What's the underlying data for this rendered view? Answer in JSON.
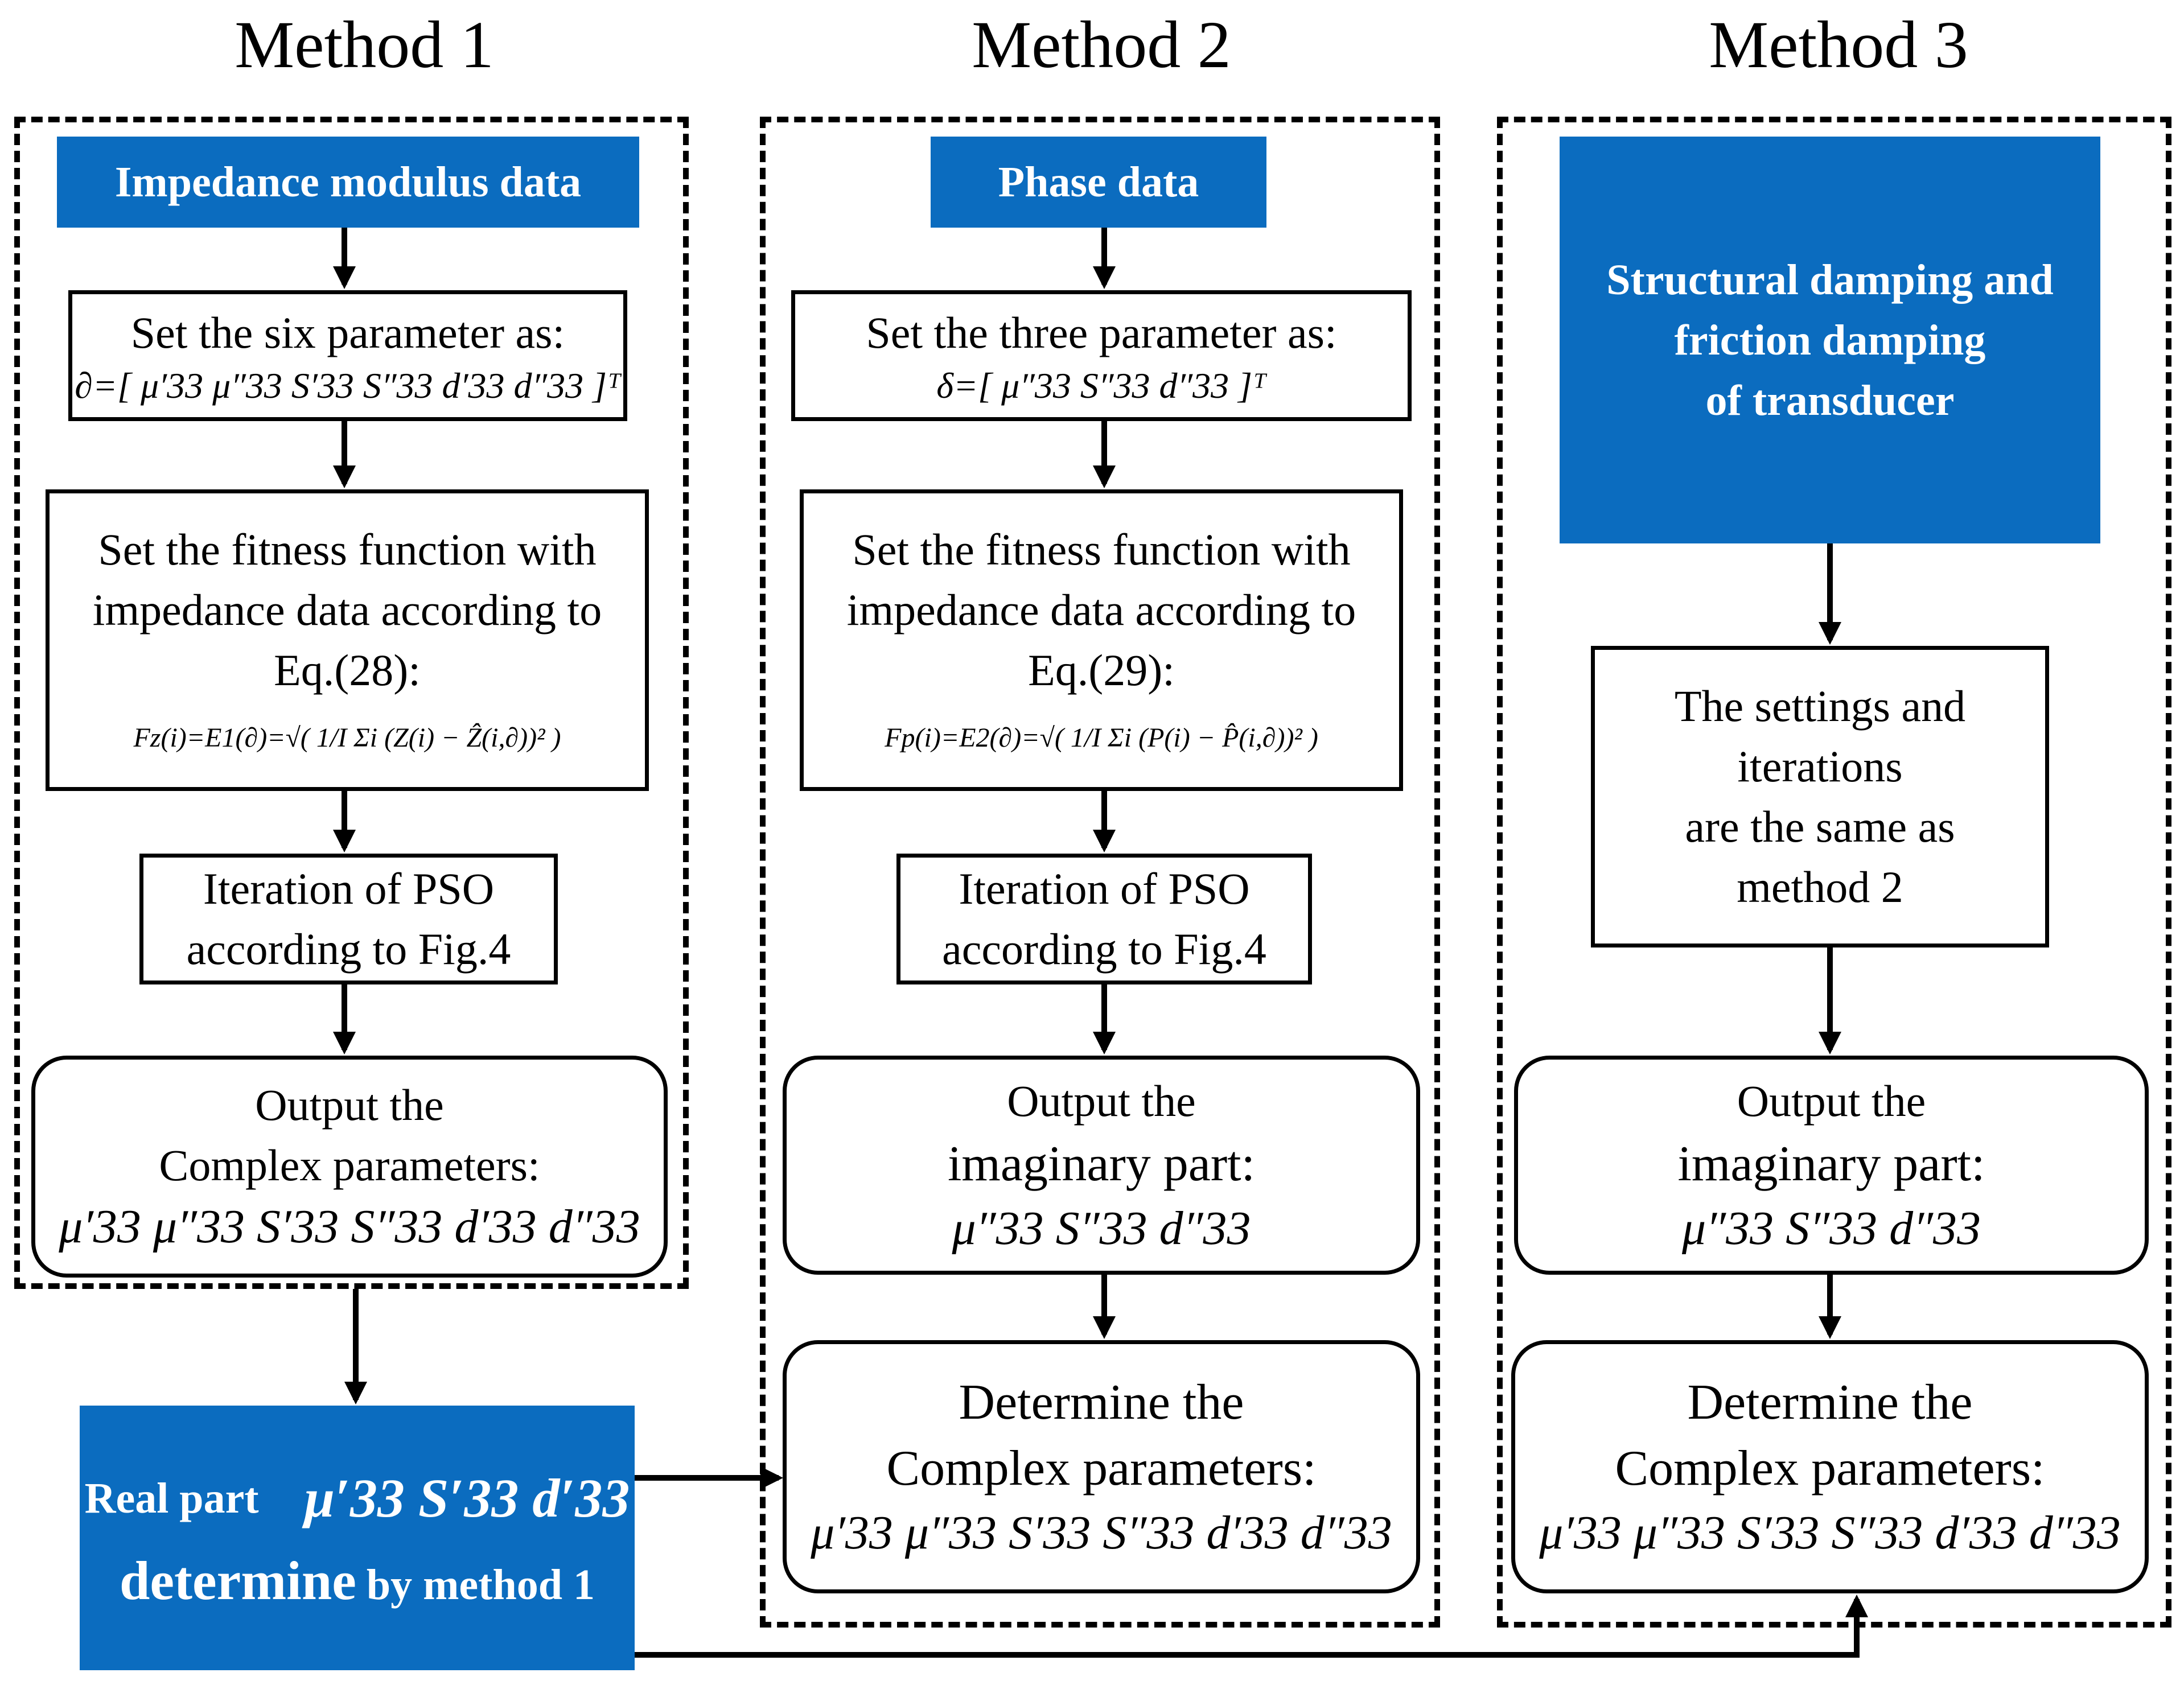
{
  "titles": {
    "m1": "Method 1",
    "m2": "Method 2",
    "m3": "Method 3"
  },
  "method1": {
    "input": "Impedance modulus data",
    "set_params": "Set the six parameter as:",
    "set_params_formula": "∂=[ μ′33  μ″33  S′33  S″33  d′33  d″33 ]ᵀ",
    "fitness": "Set the fitness function with impedance data according to Eq.(28):",
    "fitness_formula": "Fz(i)=E1(∂)=√( 1/I Σi (Z(i) − Ẑ(i,∂))² )",
    "iteration": "Iteration of  PSO according to Fig.4",
    "output_line1": "Output the",
    "output_line2": "Complex parameters:",
    "output_vars": "μ′33 μ″33 S′33 S″33 d′33 d″33"
  },
  "method2": {
    "input": "Phase data",
    "set_params": "Set the three parameter as:",
    "set_params_formula": "δ=[ μ″33  S″33  d″33 ]ᵀ",
    "fitness": "Set the fitness function with impedance data according to Eq.(29):",
    "fitness_formula": "Fp(i)=E2(∂)=√( 1/I Σi (P(i) − P̂(i,∂))² )",
    "iteration": "Iteration of  PSO according to Fig.4",
    "output_line1": "Output the",
    "output_line2": "imaginary part:",
    "output_vars": "μ″33 S″33 d″33",
    "determine_line1": "Determine the",
    "determine_line2": "Complex parameters:",
    "determine_vars": "μ′33 μ″33 S′33 S″33 d′33 d″33"
  },
  "method3": {
    "input_line1": "Structural damping and",
    "input_line2": "friction damping",
    "input_line3": "of transducer",
    "settings_line1": "The settings and",
    "settings_line2": "iterations",
    "settings_line3": "are the same as",
    "settings_line4": "method 2",
    "output_line1": "Output the",
    "output_line2": "imaginary part:",
    "output_vars": "μ″33 S″33 d″33",
    "determine_line1": "Determine the",
    "determine_line2": "Complex parameters:",
    "determine_vars": "μ′33 μ″33 S′33 S″33 d′33 d″33"
  },
  "real_part": {
    "label": "Real part",
    "vars": "μ′33 S′33 d′33",
    "determine": "determine",
    "by_method": "by method 1"
  }
}
